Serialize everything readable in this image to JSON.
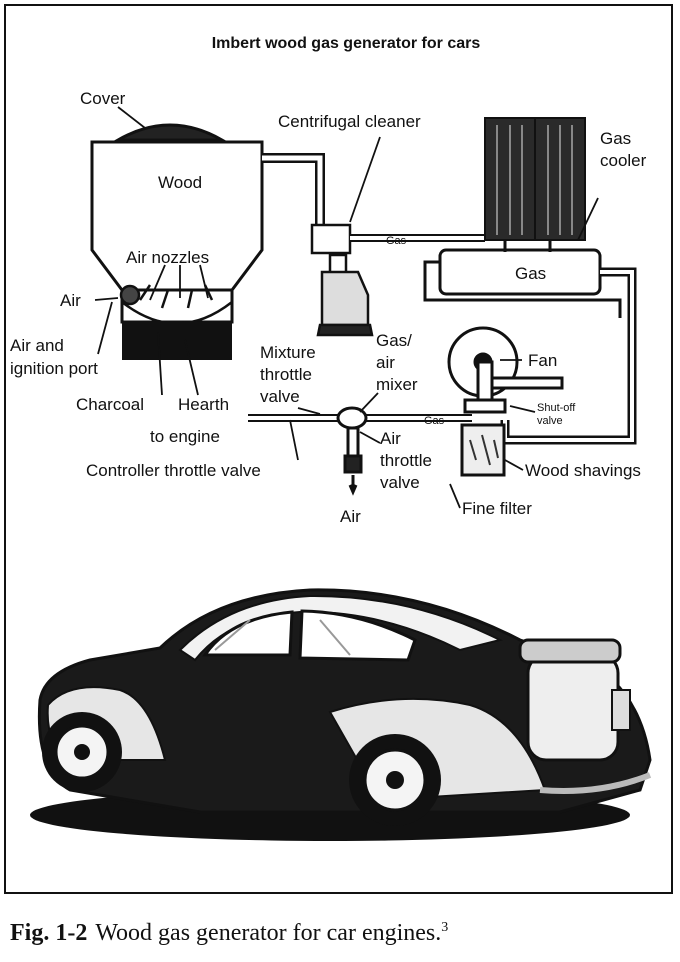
{
  "title": "Imbert wood gas generator for cars",
  "labels": {
    "cover": "Cover",
    "wood": "Wood",
    "centrifugal_cleaner": "Centrifugal cleaner",
    "gas_cooler_1": "Gas",
    "gas_cooler_2": "cooler",
    "gas_pipe": "Gas",
    "gas_box": "Gas",
    "air_nozzles": "Air nozzles",
    "air": "Air",
    "air_port_1": "Air and",
    "air_port_2": "ignition port",
    "charcoal": "Charcoal",
    "hearth": "Hearth",
    "to_engine": "to engine",
    "mixture_1": "Mixture",
    "mixture_2": "throttle",
    "mixture_3": "valve",
    "mixer_1": "Gas/",
    "mixer_2": "air",
    "mixer_3": "mixer",
    "fan": "Fan",
    "shutoff_1": "Shut-off",
    "shutoff_2": "valve",
    "gas_lower": "Gas",
    "air_throttle_1": "Air",
    "air_throttle_2": "throttle",
    "air_throttle_3": "valve",
    "controller": "Controller throttle valve",
    "wood_shavings": "Wood shavings",
    "fine_filter": "Fine filter",
    "air_bottom": "Air"
  },
  "caption": {
    "fig": "Fig. 1-2",
    "text": "Wood gas generator for car engines.",
    "ref": "3"
  }
}
